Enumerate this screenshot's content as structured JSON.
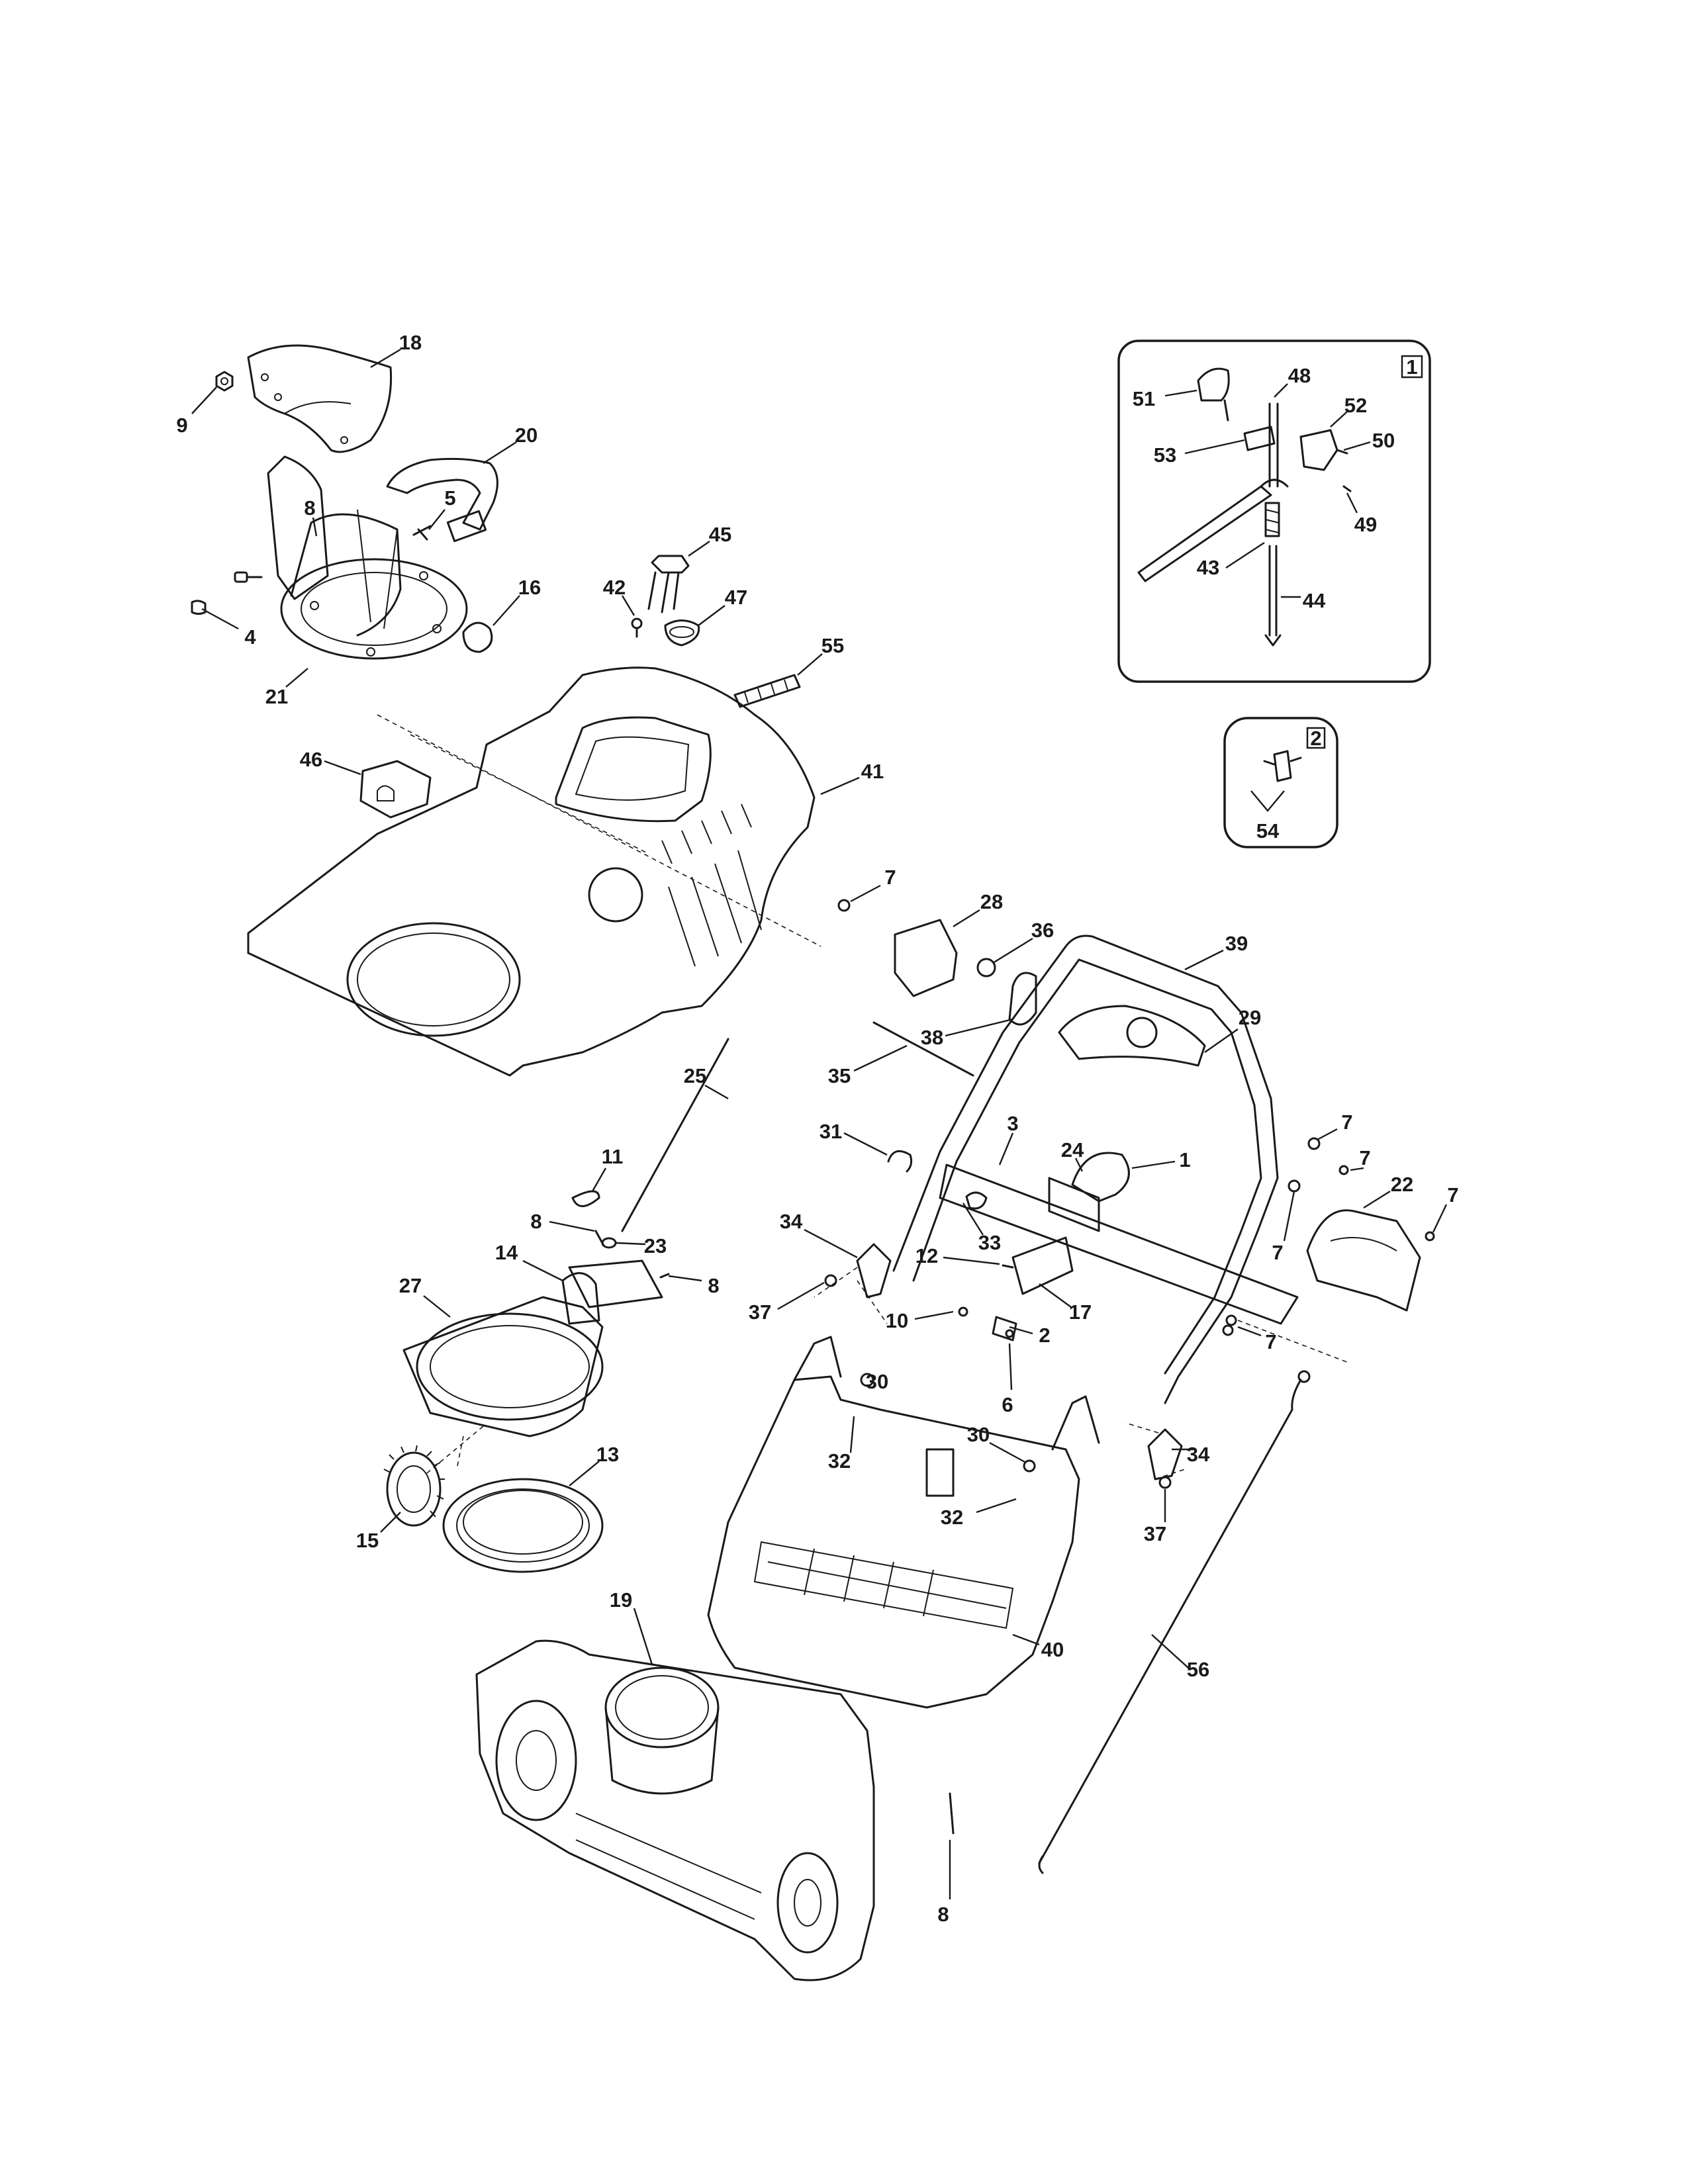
{
  "diagram": {
    "insets": [
      {
        "tag": "1",
        "labels": [
          "48",
          "51",
          "52",
          "50",
          "53",
          "49",
          "43",
          "44"
        ]
      },
      {
        "tag": "2",
        "labels": [
          "54"
        ]
      }
    ],
    "callouts": [
      {
        "id": "c18",
        "text": "18"
      },
      {
        "id": "c9",
        "text": "9"
      },
      {
        "id": "c20",
        "text": "20"
      },
      {
        "id": "c8a",
        "text": "8"
      },
      {
        "id": "c5",
        "text": "5"
      },
      {
        "id": "c16",
        "text": "16"
      },
      {
        "id": "c4",
        "text": "4"
      },
      {
        "id": "c21",
        "text": "21"
      },
      {
        "id": "c45",
        "text": "45"
      },
      {
        "id": "c42",
        "text": "42"
      },
      {
        "id": "c47",
        "text": "47"
      },
      {
        "id": "c55",
        "text": "55"
      },
      {
        "id": "c46",
        "text": "46"
      },
      {
        "id": "c41",
        "text": "41"
      },
      {
        "id": "c7a",
        "text": "7"
      },
      {
        "id": "c28",
        "text": "28"
      },
      {
        "id": "c36",
        "text": "36"
      },
      {
        "id": "c39",
        "text": "39"
      },
      {
        "id": "c38",
        "text": "38"
      },
      {
        "id": "c29",
        "text": "29"
      },
      {
        "id": "c35",
        "text": "35"
      },
      {
        "id": "c25",
        "text": "25"
      },
      {
        "id": "c3",
        "text": "3"
      },
      {
        "id": "c31",
        "text": "31"
      },
      {
        "id": "c24",
        "text": "24"
      },
      {
        "id": "c1",
        "text": "1"
      },
      {
        "id": "c7b",
        "text": "7"
      },
      {
        "id": "c7c",
        "text": "7"
      },
      {
        "id": "c22",
        "text": "22"
      },
      {
        "id": "c7d",
        "text": "7"
      },
      {
        "id": "c7e",
        "text": "7"
      },
      {
        "id": "c11",
        "text": "11"
      },
      {
        "id": "c8b",
        "text": "8"
      },
      {
        "id": "c23",
        "text": "23"
      },
      {
        "id": "c33",
        "text": "33"
      },
      {
        "id": "c34a",
        "text": "34"
      },
      {
        "id": "c14",
        "text": "14"
      },
      {
        "id": "c8c",
        "text": "8"
      },
      {
        "id": "c27",
        "text": "27"
      },
      {
        "id": "c12",
        "text": "12"
      },
      {
        "id": "c17",
        "text": "17"
      },
      {
        "id": "c37a",
        "text": "37"
      },
      {
        "id": "c10",
        "text": "10"
      },
      {
        "id": "c2",
        "text": "2"
      },
      {
        "id": "c7f",
        "text": "7"
      },
      {
        "id": "c6",
        "text": "6"
      },
      {
        "id": "c30a",
        "text": "30"
      },
      {
        "id": "c13",
        "text": "13"
      },
      {
        "id": "c32a",
        "text": "32"
      },
      {
        "id": "c30b",
        "text": "30"
      },
      {
        "id": "c34b",
        "text": "34"
      },
      {
        "id": "c15",
        "text": "15"
      },
      {
        "id": "c32b",
        "text": "32"
      },
      {
        "id": "c37b",
        "text": "37"
      },
      {
        "id": "c19",
        "text": "19"
      },
      {
        "id": "c40",
        "text": "40"
      },
      {
        "id": "c56",
        "text": "56"
      },
      {
        "id": "c8d",
        "text": "8"
      }
    ]
  }
}
